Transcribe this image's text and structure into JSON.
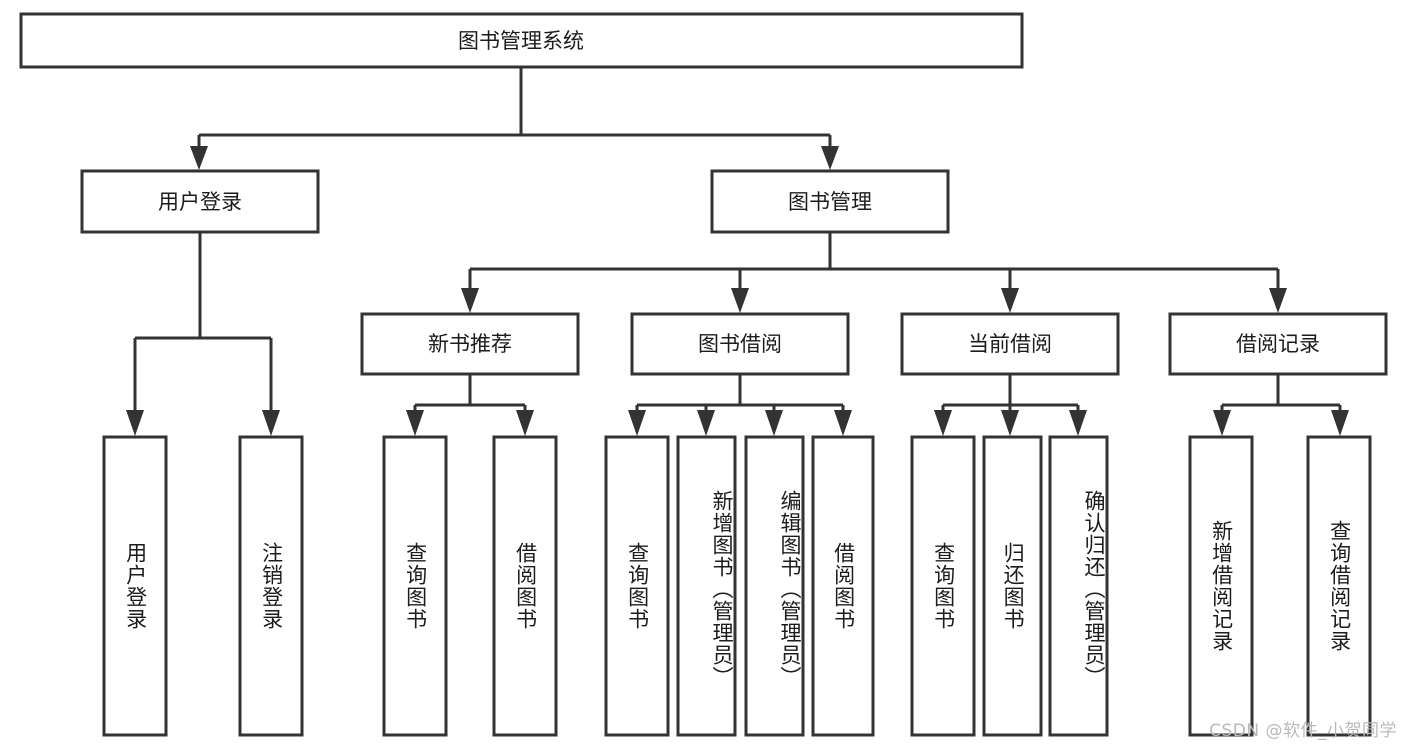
{
  "diagram": {
    "title_node": {
      "label": "图书管理系统"
    },
    "level2": [
      {
        "id": "user-login",
        "label": "用户登录"
      },
      {
        "id": "book-management",
        "label": "图书管理"
      }
    ],
    "level3": [
      {
        "id": "new-book-recommend",
        "label": "新书推荐"
      },
      {
        "id": "book-borrow",
        "label": "图书借阅"
      },
      {
        "id": "current-borrow",
        "label": "当前借阅"
      },
      {
        "id": "borrow-record",
        "label": "借阅记录"
      }
    ],
    "leaves": {
      "user-login": [
        {
          "id": "leaf-user-login",
          "label": "用户登录"
        },
        {
          "id": "leaf-logout",
          "label": "注销登录"
        }
      ],
      "new-book-recommend": [
        {
          "id": "leaf-query-book-1",
          "label": "查询图书"
        },
        {
          "id": "leaf-borrow-book-1",
          "label": "借阅图书"
        }
      ],
      "book-borrow": [
        {
          "id": "leaf-query-book-2",
          "label": "查询图书"
        },
        {
          "id": "leaf-add-book",
          "label": "新增图书（管理员）"
        },
        {
          "id": "leaf-edit-book",
          "label": "编辑图书（管理员）"
        },
        {
          "id": "leaf-borrow-book-2",
          "label": "借阅图书"
        }
      ],
      "current-borrow": [
        {
          "id": "leaf-query-book-3",
          "label": "查询图书"
        },
        {
          "id": "leaf-return-book",
          "label": "归还图书"
        },
        {
          "id": "leaf-confirm-return",
          "label": "确认归还（管理员）"
        }
      ],
      "borrow-record": [
        {
          "id": "leaf-add-record",
          "label": "新增借阅记录"
        },
        {
          "id": "leaf-query-record",
          "label": "查询借阅记录"
        }
      ]
    },
    "watermark": {
      "text": "CSDN @软件_小贺同学"
    },
    "colors": {
      "stroke": "#333333",
      "box_fill": "#ffffff",
      "text": "#1c1c1c",
      "background": "#ffffff",
      "watermark": "#b9b9b9"
    }
  }
}
